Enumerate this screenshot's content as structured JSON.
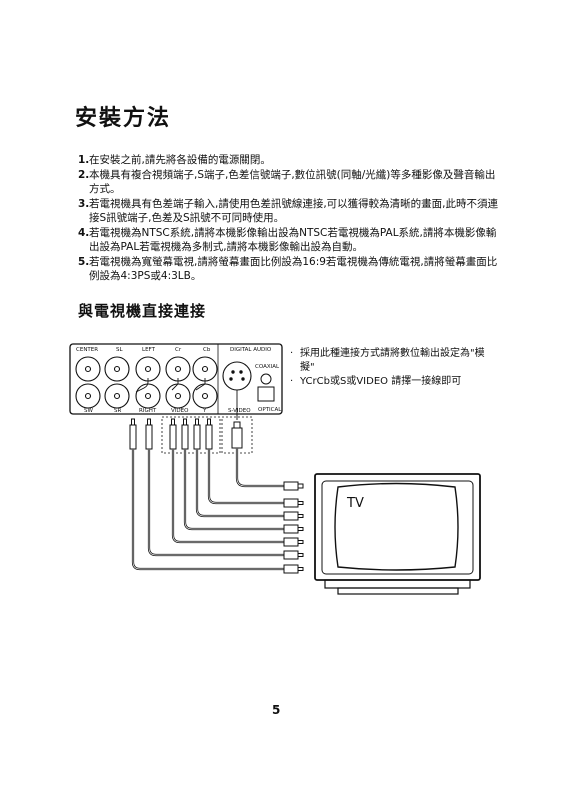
{
  "page": {
    "title": "安裝方法",
    "steps": [
      {
        "num": "1.",
        "text": "在安裝之前,請先將各設備的電源關閉。"
      },
      {
        "num": "2.",
        "text": "本機具有複合視頻端子,S端子,色差信號端子,數位訊號(同軸/光纖)等多種影像及聲音輸出方式。"
      },
      {
        "num": "3.",
        "text": "若電視機具有色差端子輸入,請使用色差訊號線連接,可以獲得較為清晰的畫面,此時不須連接S訊號端子,色差及S訊號不可同時使用。"
      },
      {
        "num": "4.",
        "text": "若電視機為NTSC系統,請將本機影像輸出設為NTSC若電視機為PAL系統,請將本機影像輸出設為PAL若電視機為多制式,請將本機影像輸出設為自動。"
      },
      {
        "num": "5.",
        "text": "若電視機為寬螢幕電視,請將螢幕畫面比例設為16:9若電視機為傳統電視,請將螢幕畫面比例設為4:3PS或4:3LB。"
      }
    ],
    "section_title": "與電視機直接連接",
    "notes": [
      {
        "bullet": "·",
        "text": "採用此種連接方式請將數位輸出設定為\"模擬\""
      },
      {
        "bullet": "·",
        "text": "YCrCb或S或VIDEO 請擇一接線即可"
      }
    ],
    "panel_labels": {
      "center": "CENTER",
      "sl": "SL",
      "left": "LEFT",
      "cr": "Cr",
      "cb": "Cb",
      "digital_audio": "DIGITAL AUDIO",
      "coaxial": "COAXIAL",
      "sw": "SW",
      "sr": "SR",
      "right": "RIGHT",
      "video": "VIDEO",
      "y": "Y",
      "svideo": "S-VIDEO",
      "optical": "OPTICAL"
    },
    "tv_label": "TV",
    "page_number": "5"
  }
}
